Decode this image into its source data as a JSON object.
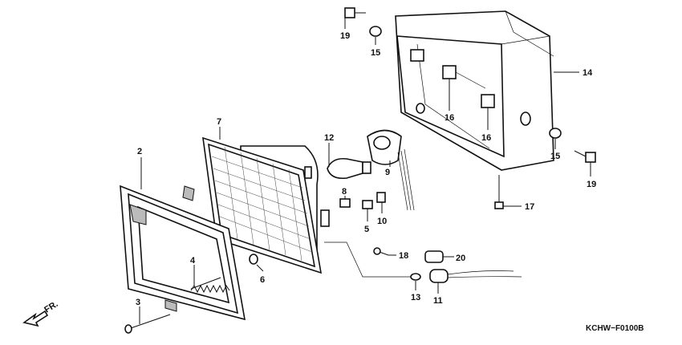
{
  "callouts": [
    {
      "id": "c19a",
      "label": "19"
    },
    {
      "id": "c15a",
      "label": "15"
    },
    {
      "id": "c14",
      "label": "14"
    },
    {
      "id": "c16a",
      "label": "16"
    },
    {
      "id": "c16b",
      "label": "16"
    },
    {
      "id": "c15b",
      "label": "15"
    },
    {
      "id": "c19b",
      "label": "19"
    },
    {
      "id": "c17",
      "label": "17"
    },
    {
      "id": "c7",
      "label": "7"
    },
    {
      "id": "c12",
      "label": "12"
    },
    {
      "id": "c9",
      "label": "9"
    },
    {
      "id": "c8",
      "label": "8"
    },
    {
      "id": "c10",
      "label": "10"
    },
    {
      "id": "c5",
      "label": "5"
    },
    {
      "id": "c2",
      "label": "2"
    },
    {
      "id": "c4",
      "label": "4"
    },
    {
      "id": "c6",
      "label": "6"
    },
    {
      "id": "c3",
      "label": "3"
    },
    {
      "id": "c18",
      "label": "18"
    },
    {
      "id": "c20",
      "label": "20"
    },
    {
      "id": "c13",
      "label": "13"
    },
    {
      "id": "c11",
      "label": "11"
    }
  ],
  "direction_label": "FR.",
  "diagram_code": "KCHW−F0100B"
}
